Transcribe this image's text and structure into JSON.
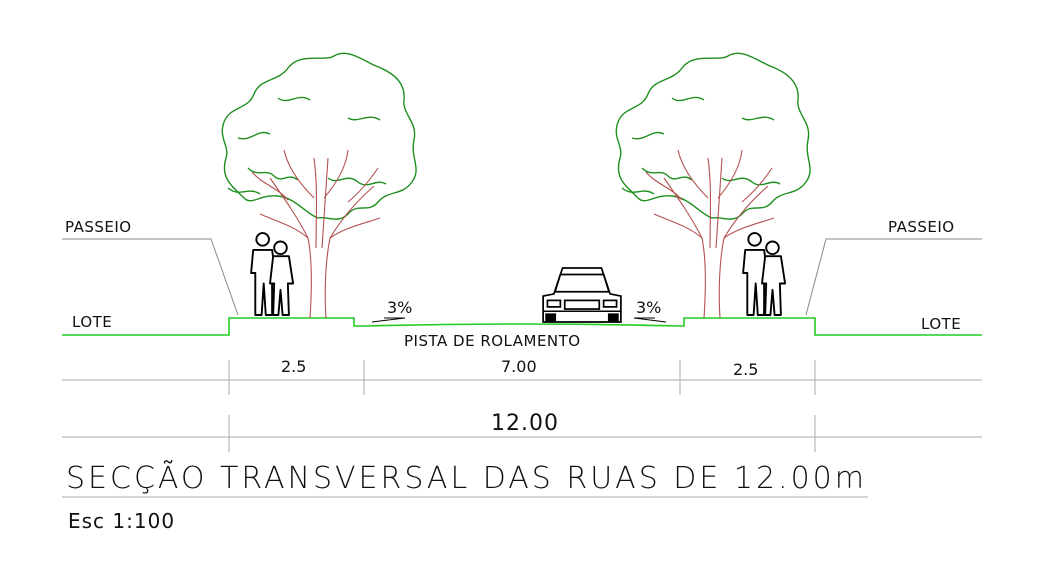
{
  "labels": {
    "passeio_left": "PASSEIO",
    "passeio_right": "PASSEIO",
    "lote_left": "LOTE",
    "lote_right": "LOTE",
    "pista": "PISTA DE ROLAMENTO",
    "slope_left": "3%",
    "slope_right": "3%"
  },
  "dimensions": {
    "sidewalk_left": "2.5",
    "road": "7.00",
    "sidewalk_right": "2.5",
    "total": "12.00"
  },
  "title": "SECÇÃO TRANSVERSAL DAS RUAS DE 12.00m",
  "scale": "Esc 1:100",
  "colors": {
    "ground": "#22cc22",
    "canopy": "#1f8f1f",
    "trunk": "#b55050",
    "leader": "#888888",
    "dimension_line": "#aaaaaa"
  },
  "icons": [
    "tree-icon",
    "couple-icon",
    "car-icon"
  ]
}
